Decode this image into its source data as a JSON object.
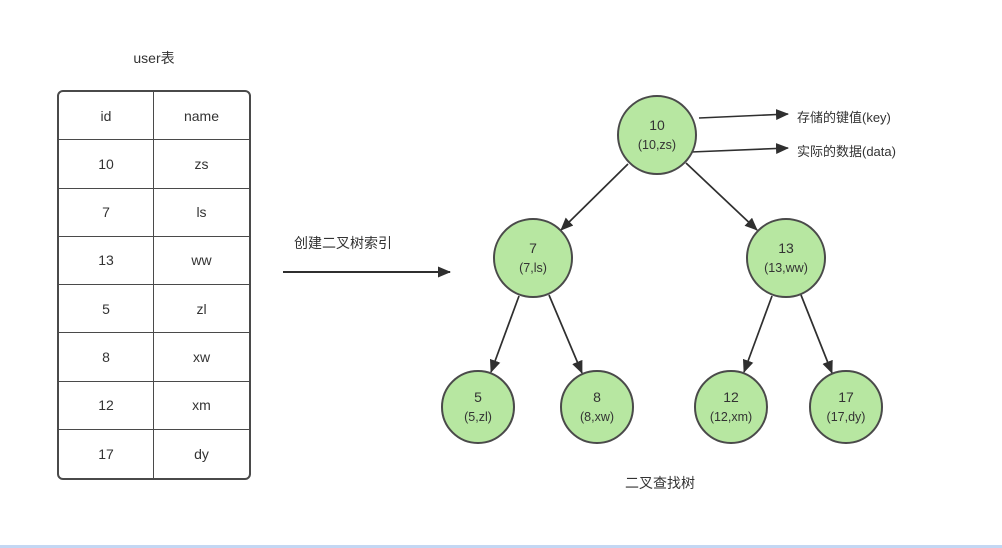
{
  "table": {
    "title": "user表",
    "headers": [
      "id",
      "name"
    ],
    "rows": [
      [
        "10",
        "zs"
      ],
      [
        "7",
        "ls"
      ],
      [
        "13",
        "ww"
      ],
      [
        "5",
        "zl"
      ],
      [
        "8",
        "xw"
      ],
      [
        "12",
        "xm"
      ],
      [
        "17",
        "dy"
      ]
    ]
  },
  "transform_arrow": {
    "label": "创建二叉树索引"
  },
  "tree": {
    "caption": "二叉查找树",
    "nodes": {
      "root": {
        "key": "10",
        "data": "(10,zs)"
      },
      "left": {
        "key": "7",
        "data": "(7,ls)"
      },
      "right": {
        "key": "13",
        "data": "(13,ww)"
      },
      "left_left": {
        "key": "5",
        "data": "(5,zl)"
      },
      "left_right": {
        "key": "8",
        "data": "(8,xw)"
      },
      "right_left": {
        "key": "12",
        "data": "(12,xm)"
      },
      "right_right": {
        "key": "17",
        "data": "(17,dy)"
      }
    }
  },
  "annotations": {
    "key_label": "存储的键值(key)",
    "data_label": "实际的数据(data)"
  },
  "colors": {
    "node_fill": "#b7e7a1",
    "node_border": "#4a4a4a",
    "line": "#2f2f2f"
  }
}
